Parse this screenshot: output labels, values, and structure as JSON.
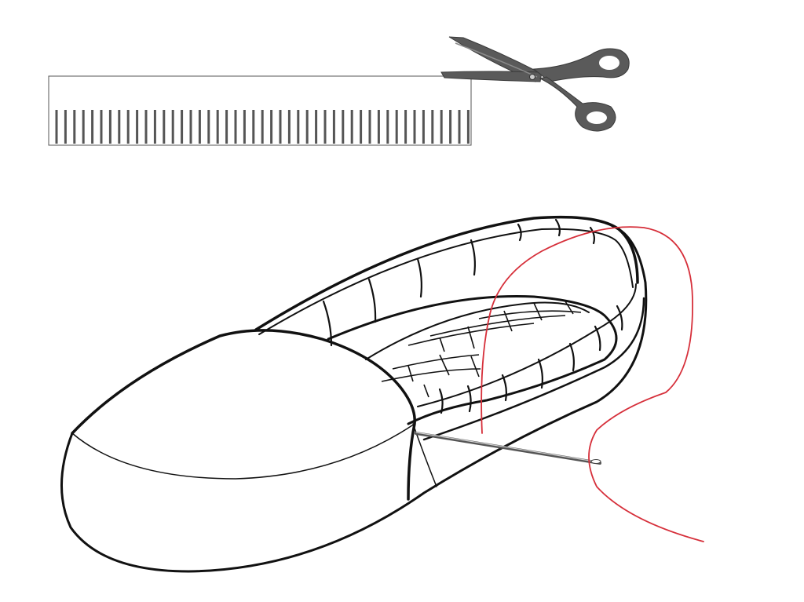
{
  "scene": {
    "objects": [
      {
        "name": "ruler",
        "icon": "ruler-icon"
      },
      {
        "name": "scissors",
        "icon": "scissors-icon"
      },
      {
        "name": "slipper",
        "icon": "slipper-icon"
      },
      {
        "name": "needle",
        "icon": "needle-icon"
      },
      {
        "name": "thread",
        "icon": "thread-icon"
      }
    ],
    "colors": {
      "background": "#ffffff",
      "outline": "#111111",
      "ruler_ticks": "#555555",
      "scissors": "#5a5a5a",
      "thread": "#d62f3a",
      "needle": "#666666"
    }
  }
}
